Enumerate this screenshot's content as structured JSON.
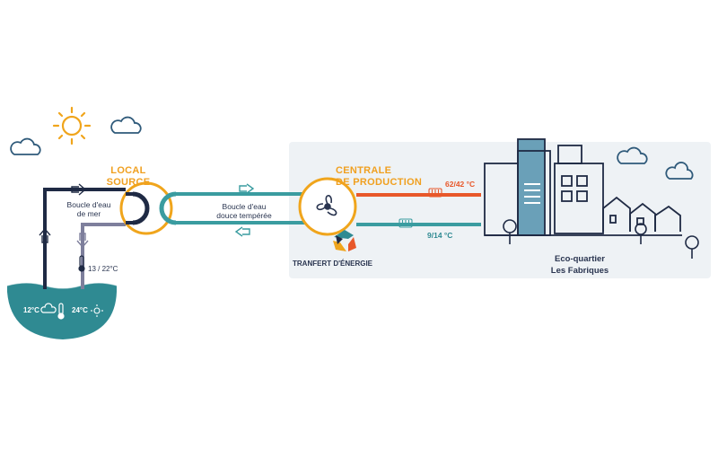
{
  "labels": {
    "local_source": "LOCAL\nSOURCE",
    "centrale": "CENTRALE\nDE PRODUCTION",
    "boucle_mer": "Boucle d'eau\nde mer",
    "boucle_douce": "Boucle d'eau\ndouce tempérée",
    "transfert": "TRANFERT D'ÉNERGIE",
    "eco_quartier": "Eco-quartier\nLes Fabriques",
    "temp_mer_return": "13 / 22°C",
    "temp_hot": "62/42 °C",
    "temp_cold": "9/14 °C",
    "sea_temp_winter": "12°C",
    "sea_temp_summer": "24°C"
  },
  "colors": {
    "navy": "#1f2a44",
    "grey_pipe": "#7e7f9c",
    "teal": "#3a9ca0",
    "orange_ring": "#f0a51c",
    "red_pipe": "#e8582a",
    "sea": "#2f8a92",
    "panel": "#eef2f5",
    "building": "#6aa0b8"
  },
  "icons": [
    "sun-icon",
    "cloud-icon",
    "thermometer-icon",
    "radiator-icon",
    "fan-icon",
    "transfer-arrows-icon",
    "tree-icon"
  ]
}
